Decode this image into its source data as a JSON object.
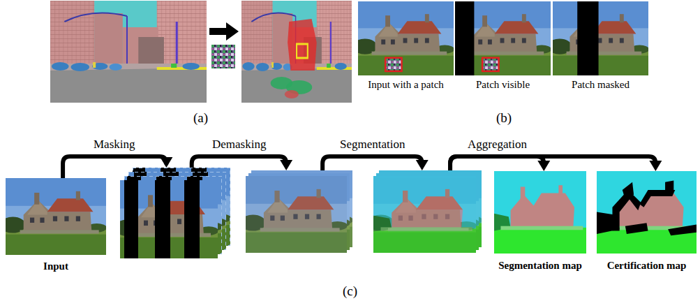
{
  "diagram": {
    "nodes": [
      {
        "text": [
          "Input with a patch"
        ]
      },
      {
        "text": [
          "Patch visible"
        ]
      },
      {
        "text": [
          "Patch masked"
        ]
      },
      {
        "text": [
          "Input"
        ]
      },
      {
        "text": []
      },
      {
        "text": []
      },
      {
        "text": []
      },
      {
        "text": [
          "Segmentation map"
        ]
      },
      {
        "text": [
          "Certification map"
        ]
      }
    ],
    "edges": [
      {
        "from": 3,
        "to": 4,
        "label": "Masking",
        "arrow": "to"
      },
      {
        "from": 4,
        "to": 5,
        "label": "Demasking",
        "arrow": "to"
      },
      {
        "from": 5,
        "to": 6,
        "label": "Segmentation",
        "arrow": "to"
      },
      {
        "from": 6,
        "to": 7,
        "label": "Aggregation",
        "arrow": "to"
      },
      {
        "from": 6,
        "to": 8,
        "arrow": "to"
      }
    ],
    "labels": [
      "(a)",
      "(b)",
      "(c)"
    ]
  }
}
